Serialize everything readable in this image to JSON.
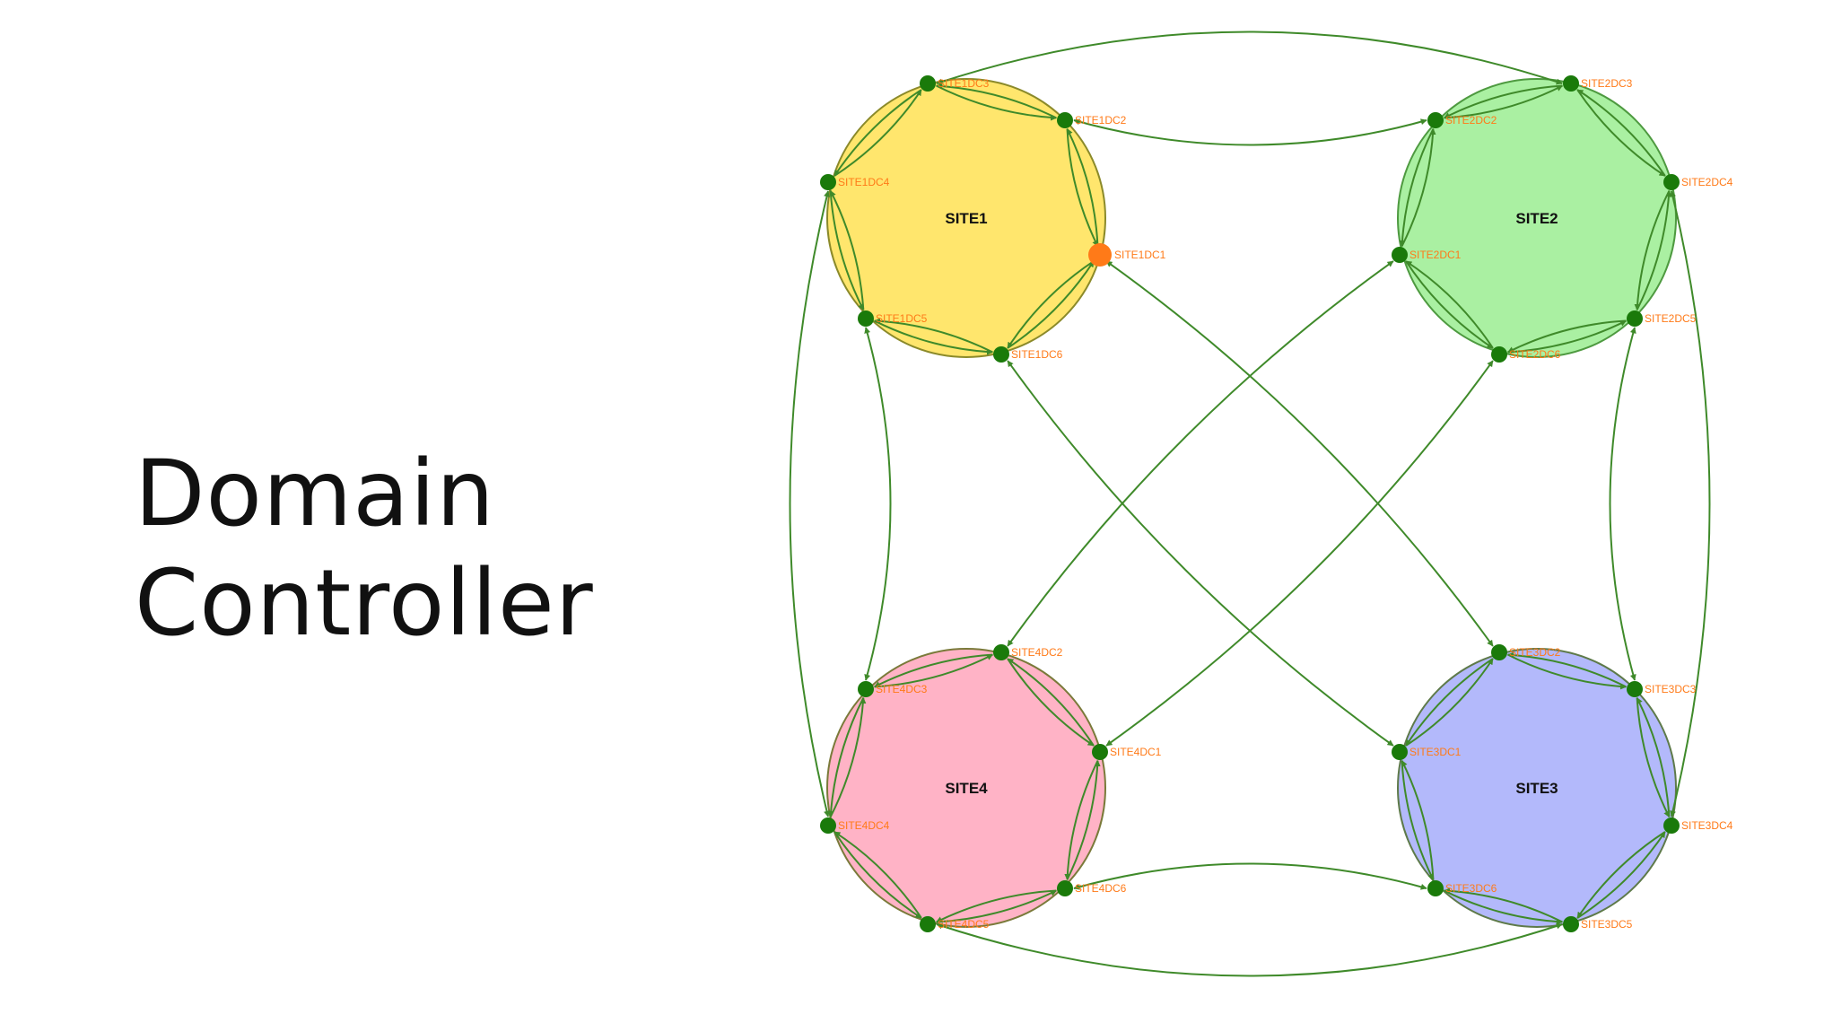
{
  "title": {
    "line1": "Domain",
    "line2": "Controller"
  },
  "colors": {
    "edge": "#3f8a2a",
    "node": "#1a7a0a",
    "selected_node": "#ff7a18",
    "node_label": "#ff7a18"
  },
  "sites": [
    {
      "id": "SITE1",
      "label": "SITE1",
      "fill": "#ffe66d",
      "stroke": "#8b8a2a"
    },
    {
      "id": "SITE2",
      "label": "SITE2",
      "fill": "#aaf0a2",
      "stroke": "#4e9a40"
    },
    {
      "id": "SITE3",
      "label": "SITE3",
      "fill": "#b3b9fb",
      "stroke": "#5e7a4a"
    },
    {
      "id": "SITE4",
      "label": "SITE4",
      "fill": "#ffb3c6",
      "stroke": "#7a7a3a"
    }
  ],
  "nodes": [
    {
      "id": "S1D1",
      "label": "SITE1DC1",
      "selected": true
    },
    {
      "id": "S1D2",
      "label": "SITE1DC2"
    },
    {
      "id": "S1D3",
      "label": "SITE1DC3"
    },
    {
      "id": "S1D4",
      "label": "SITE1DC4"
    },
    {
      "id": "S1D5",
      "label": "SITE1DC5"
    },
    {
      "id": "S1D6",
      "label": "SITE1DC6"
    },
    {
      "id": "S2D1",
      "label": "SITE2DC1"
    },
    {
      "id": "S2D2",
      "label": "SITE2DC2"
    },
    {
      "id": "S2D3",
      "label": "SITE2DC3"
    },
    {
      "id": "S2D4",
      "label": "SITE2DC4"
    },
    {
      "id": "S2D5",
      "label": "SITE2DC5"
    },
    {
      "id": "S2D6",
      "label": "SITE2DC6"
    },
    {
      "id": "S3D1",
      "label": "SITE3DC1"
    },
    {
      "id": "S3D2",
      "label": "SITE3DC2"
    },
    {
      "id": "S3D3",
      "label": "SITE3DC3"
    },
    {
      "id": "S3D4",
      "label": "SITE3DC4"
    },
    {
      "id": "S3D5",
      "label": "SITE3DC5"
    },
    {
      "id": "S3D6",
      "label": "SITE3DC6"
    },
    {
      "id": "S4D1",
      "label": "SITE4DC1"
    },
    {
      "id": "S4D2",
      "label": "SITE4DC2"
    },
    {
      "id": "S4D3",
      "label": "SITE4DC3"
    },
    {
      "id": "S4D4",
      "label": "SITE4DC4"
    },
    {
      "id": "S4D5",
      "label": "SITE4DC5"
    },
    {
      "id": "S4D6",
      "label": "SITE4DC6"
    }
  ]
}
